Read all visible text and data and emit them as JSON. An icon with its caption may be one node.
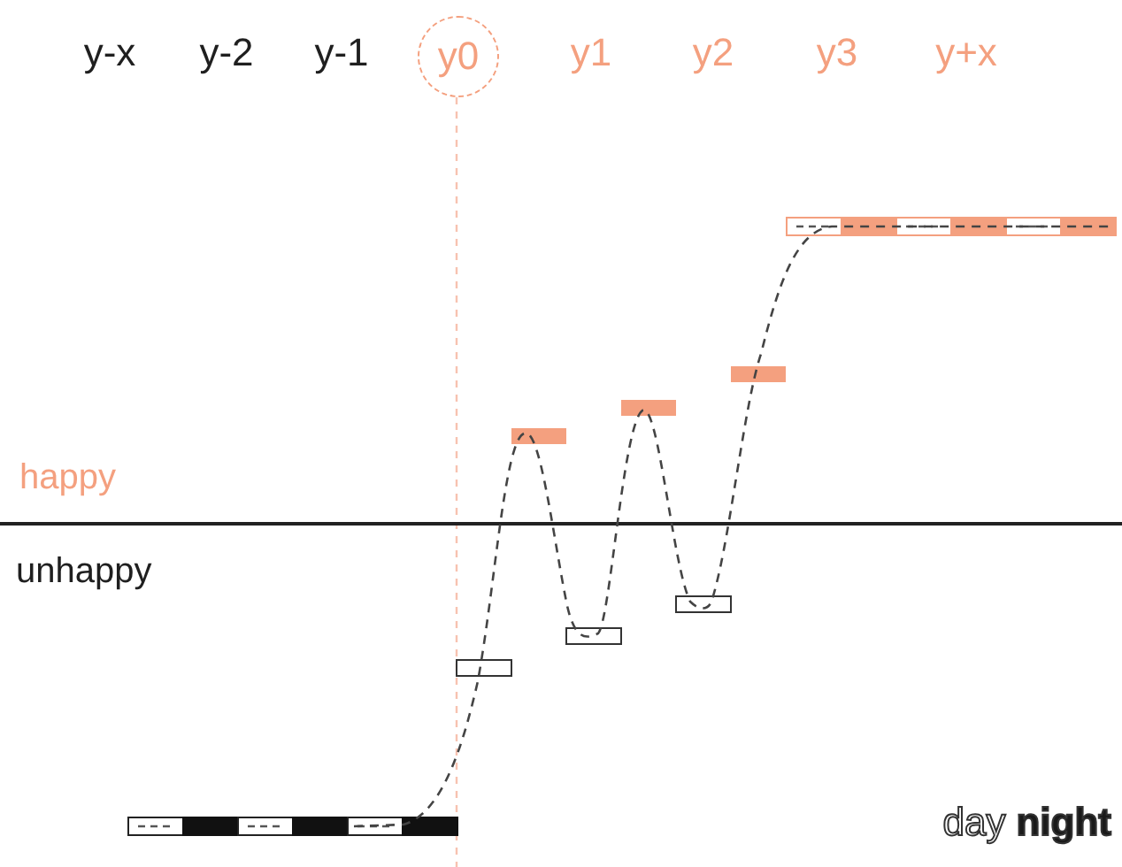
{
  "diagram": {
    "nodes": [
      {
        "text": [
          "y0"
        ]
      }
    ],
    "labels": [
      "y-x",
      "y-2",
      "y-1",
      "y1",
      "y2",
      "y3",
      "y+x",
      "happy",
      "unhappy"
    ],
    "legend": [
      {
        "text": "day",
        "color": "#ffffff"
      },
      {
        "text": "night",
        "color": "#1a1a1a"
      }
    ]
  }
}
